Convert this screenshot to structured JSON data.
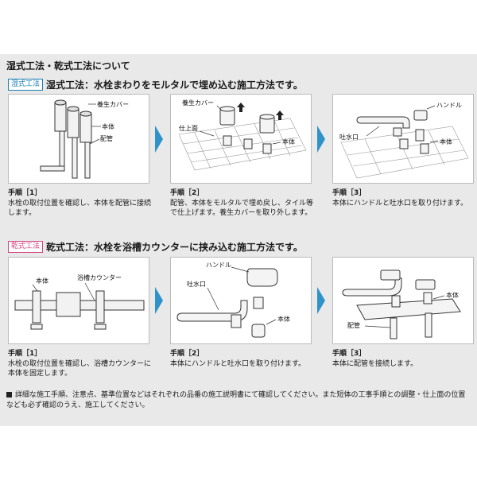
{
  "header": {
    "title": "湿式工法・乾式工法について"
  },
  "wet": {
    "tag": "湿式工法",
    "title": "湿式工法：水栓まわりをモルタルで埋め込む施工方法です。",
    "steps": [
      {
        "label": "手順［1］",
        "text": "水栓の取付位置を確認し、本体を配管に接続します。",
        "callouts": [
          "養生カバー",
          "本体",
          "配管"
        ]
      },
      {
        "label": "手順［2］",
        "text": "配管、本体をモルタルで埋め戻し、タイル等で仕上げます。養生カバーを取り外します。",
        "callouts": [
          "養生カバー",
          "仕上面",
          "本体"
        ]
      },
      {
        "label": "手順［3］",
        "text": "本体にハンドルと吐水口を取り付けます。",
        "callouts": [
          "ハンドル",
          "吐水口",
          "本体"
        ]
      }
    ]
  },
  "dry": {
    "tag": "乾式工法",
    "title": "乾式工法：水栓を浴槽カウンターに挟み込む施工方法です。",
    "steps": [
      {
        "label": "手順［1］",
        "text": "水栓の取付位置を確認し、浴槽カウンターに本体を固定します。",
        "callouts": [
          "本体",
          "浴槽カウンター"
        ]
      },
      {
        "label": "手順［2］",
        "text": "本体にハンドルと吐水口を取り付けます。",
        "callouts": [
          "ハンドル",
          "吐水口",
          "本体"
        ]
      },
      {
        "label": "手順［3］",
        "text": "本体に配管を接続します。",
        "callouts": [
          "本体",
          "配管"
        ]
      }
    ]
  },
  "footnote": "詳細な施工手順、注意点、基準位置などはそれぞれの品番の施工説明書にて確認してください。また短体の工事手順との調整・仕上面の位置なども必ず確認のうえ、施工してください。",
  "colors": {
    "arrow": "#2f92c9",
    "wet_tag": "#1b7fb5",
    "dry_tag": "#d5437d",
    "background": "#e9e9e9"
  }
}
